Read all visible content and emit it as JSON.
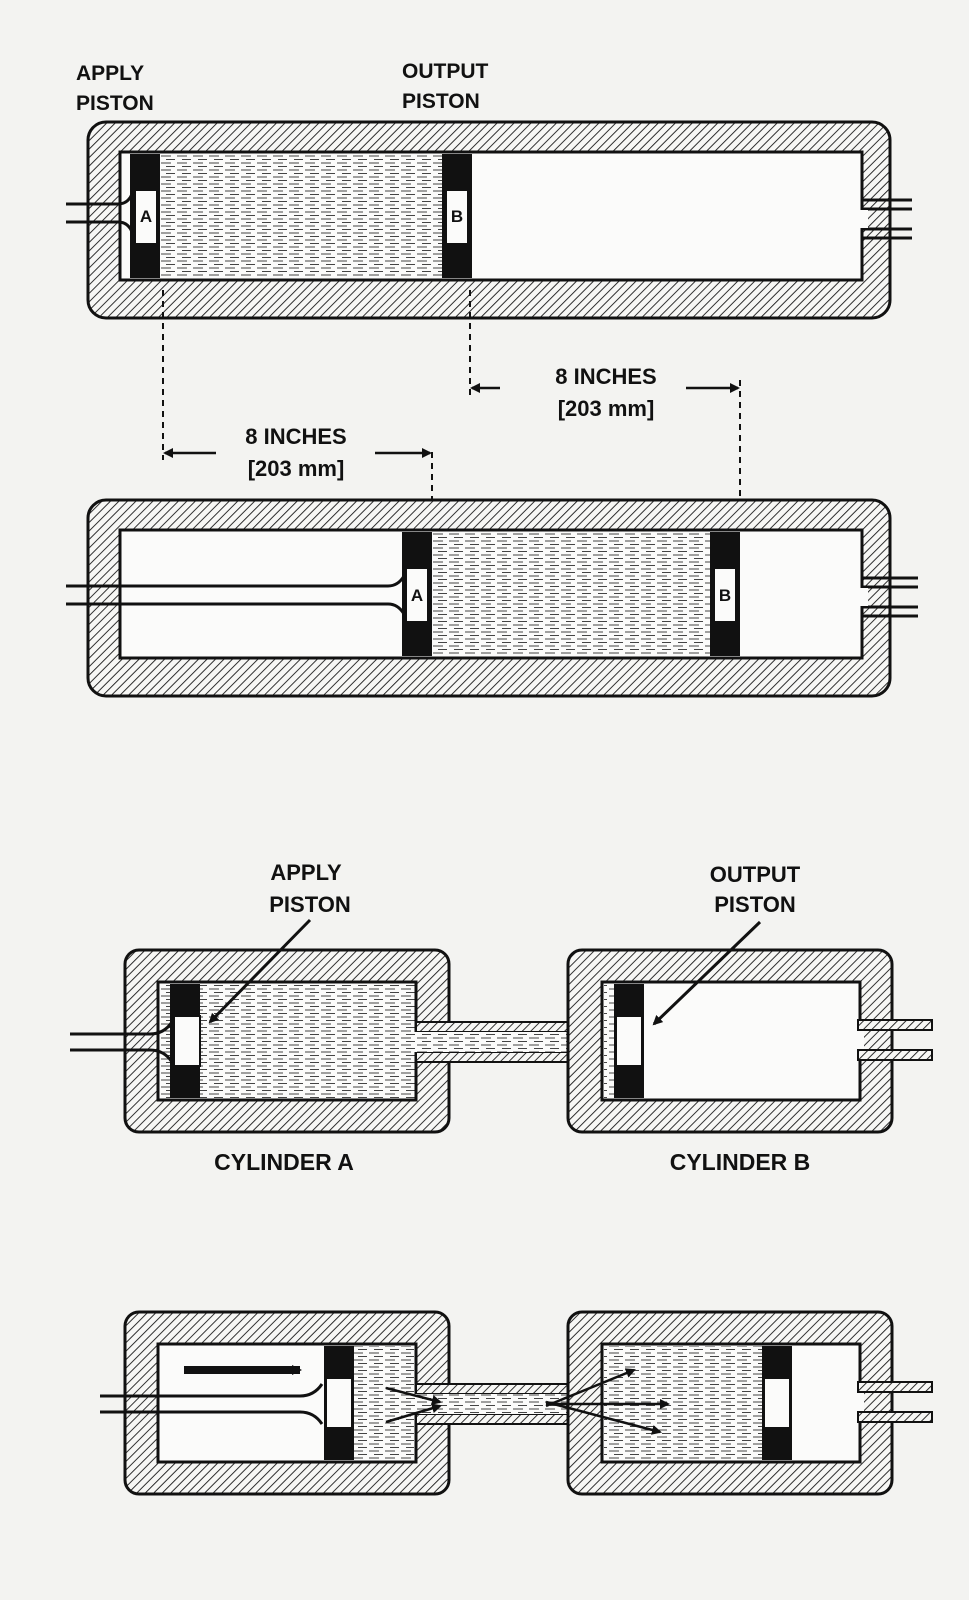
{
  "figure_a": {
    "apply_label_line1": "APPLY",
    "apply_label_line2": "PISTON",
    "output_label_line1": "OUTPUT",
    "output_label_line2": "PISTON",
    "piston_a_letter": "A",
    "piston_b_letter": "B",
    "dim_right_line1": "8 INCHES",
    "dim_right_line2": "[203 mm]",
    "dim_left_line1": "8 INCHES",
    "dim_left_line2": "[203 mm]"
  },
  "figure_b": {
    "apply_label_line1": "APPLY",
    "apply_label_line2": "PISTON",
    "output_label_line1": "OUTPUT",
    "output_label_line2": "PISTON",
    "cylinder_a_label": "CYLINDER A",
    "cylinder_b_label": "CYLINDER B"
  },
  "colors": {
    "ink": "#111111",
    "paper": "#f3f3f1",
    "wall_hatch": "#1a1a1a"
  }
}
